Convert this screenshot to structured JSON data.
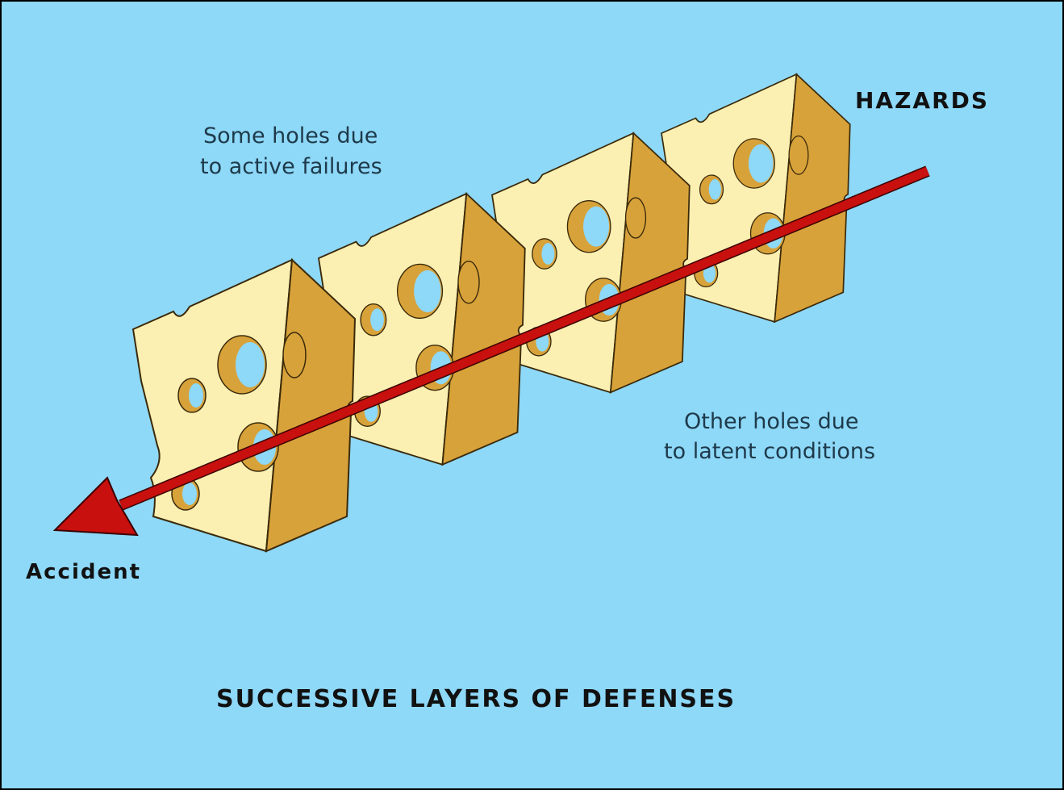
{
  "labels": {
    "hazards": "HAZARDS",
    "accident": "Accident",
    "active_line1": "Some holes due",
    "active_line2": "to active failures",
    "latent_line1": "Other holes due",
    "latent_line2": "to latent conditions",
    "title": "SUCCESSIVE LAYERS OF DEFENSES"
  },
  "colors": {
    "background": "#8ed8f8",
    "cheese_front": "#fbefb2",
    "cheese_side": "#d8a23a",
    "arrow": "#c8100e"
  }
}
